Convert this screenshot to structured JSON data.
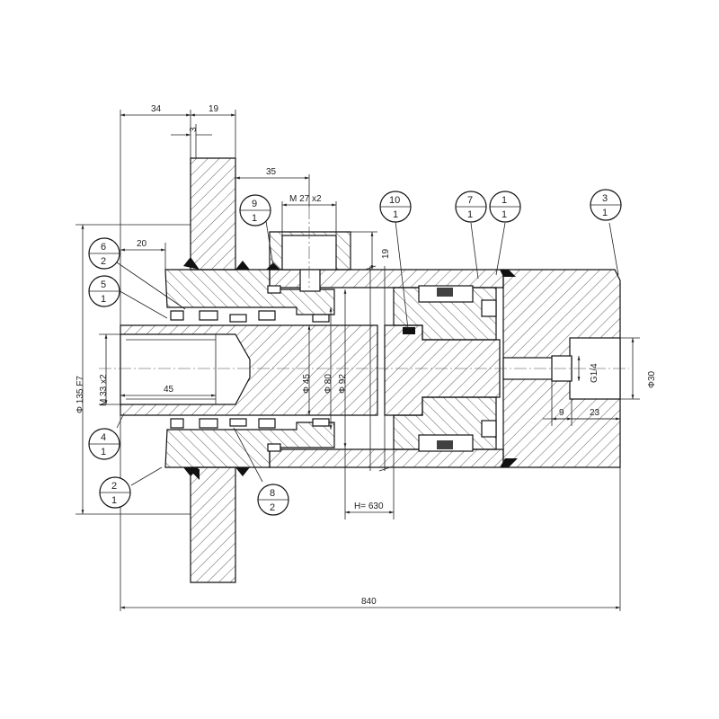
{
  "dimensions": {
    "d34": "34",
    "d19_top": "19",
    "d3": "3",
    "d35": "35",
    "thread_port": "M 27 x2",
    "d19_side": "19",
    "d20": "20",
    "flange_dia": "Φ 135 F7",
    "thread_bore": "M 33 x2",
    "d45_len": "45",
    "dia45": "Φ 45",
    "dia80": "Φ 80",
    "dia92": "Φ 92",
    "port_g": "G1/4",
    "dia30": "Φ30",
    "d9": "9",
    "d23": "23",
    "stroke": "H= 630",
    "total": "840"
  },
  "balloons": [
    {
      "id": "b9",
      "top": "9",
      "bottom": "1"
    },
    {
      "id": "b10",
      "top": "10",
      "bottom": "1"
    },
    {
      "id": "b7",
      "top": "7",
      "bottom": "1"
    },
    {
      "id": "b1",
      "top": "1",
      "bottom": "1"
    },
    {
      "id": "b3",
      "top": "3",
      "bottom": "1"
    },
    {
      "id": "b6",
      "top": "6",
      "bottom": "2"
    },
    {
      "id": "b5",
      "top": "5",
      "bottom": "1"
    },
    {
      "id": "b4",
      "top": "4",
      "bottom": "1"
    },
    {
      "id": "b2",
      "top": "2",
      "bottom": "1"
    },
    {
      "id": "b8",
      "top": "8",
      "bottom": "2"
    }
  ]
}
